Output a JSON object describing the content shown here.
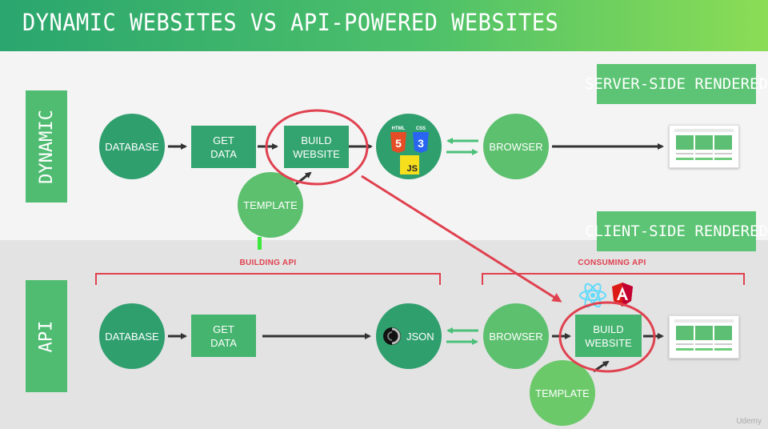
{
  "header": {
    "title": "DYNAMIC WEBSITES VS API-POWERED WEBSITES"
  },
  "side_labels": {
    "dynamic": "DYNAMIC",
    "api": "API"
  },
  "tags": {
    "server_side": "SERVER-SIDE RENDERED",
    "client_side": "CLIENT-SIDE RENDERED"
  },
  "dynamic_row": {
    "database": "DATABASE",
    "get_data": "GET\nDATA",
    "build_website": "BUILD\nWEBSITE",
    "template": "TEMPLATE",
    "browser": "BROWSER",
    "html_label": "HTML",
    "html_num": "5",
    "css_label": "CSS",
    "css_num": "3",
    "js_label": "JS"
  },
  "api_row": {
    "database": "DATABASE",
    "get_data": "GET\nDATA",
    "json": "JSON",
    "browser": "BROWSER",
    "build_website": "BUILD\nWEBSITE",
    "template": "TEMPLATE",
    "building_api": "BUILDING API",
    "consuming_api": "CONSUMING API"
  },
  "icons": [
    "html5-icon",
    "css3-icon",
    "js-icon",
    "json-icon",
    "react-icon",
    "angular-icon",
    "website-thumbnail"
  ],
  "colors": {
    "header_start": "#2aa66e",
    "header_end": "#8bdd55",
    "node_dark": "#2f9f6e",
    "node_light": "#5cc06e",
    "accent_red": "#e0414f",
    "arrow": "#333333",
    "arrow_green": "#4cc07a"
  },
  "watermark": "Udemy"
}
